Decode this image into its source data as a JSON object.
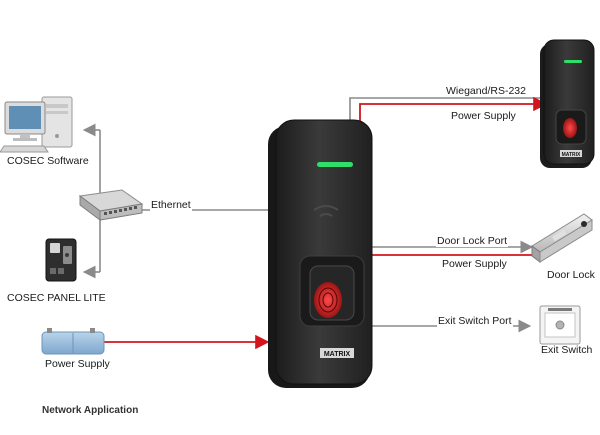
{
  "labels": {
    "cosec_software": "COSEC Software",
    "ethernet": "Ethernet",
    "cosec_panel_lite": "COSEC PANEL LITE",
    "power_supply_left": "Power Supply",
    "wiegand": "Wiegand/RS-232",
    "power_supply_top": "Power Supply",
    "door_lock_port": "Door Lock Port",
    "power_supply_mid": "Power Supply",
    "door_lock": "Door Lock",
    "exit_switch_port": "Exit Switch Port",
    "exit_switch": "Exit Switch"
  },
  "caption": "Network Application",
  "brand": {
    "main_reader": "MATRIX",
    "small_reader": "MATRIX"
  },
  "colors": {
    "data_line": "#8a8a8a",
    "power_line": "#d4141c",
    "led_green": "#2ee06a",
    "device_body": "#2c2c2c",
    "power_supply_body": "#8fb6d8"
  },
  "icons": {
    "computer": "computer-icon",
    "network_switch": "network-switch-icon",
    "panel": "panel-lite-icon",
    "power_supply": "power-supply-icon",
    "main_reader": "fingerprint-reader-icon",
    "small_reader": "fingerprint-reader-icon",
    "door_lock": "magnetic-lock-icon",
    "exit_switch": "exit-switch-icon"
  }
}
